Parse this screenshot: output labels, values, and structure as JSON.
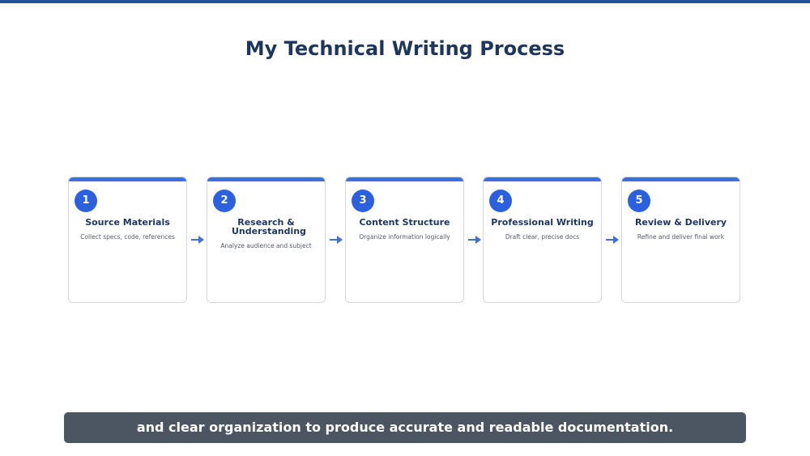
{
  "title": "My Technical Writing Process",
  "steps": [
    {
      "number": "1",
      "title": "Source Materials",
      "description": "Collect specs, code, references"
    },
    {
      "number": "2",
      "title": "Research & Understanding",
      "description": "Analyze audience and subject"
    },
    {
      "number": "3",
      "title": "Content Structure",
      "description": "Organize information logically"
    },
    {
      "number": "4",
      "title": "Professional Writing",
      "description": "Draft clear, precise docs"
    },
    {
      "number": "5",
      "title": "Review & Delivery",
      "description": "Refine and deliver final work"
    }
  ],
  "footer": "and clear organization to produce accurate and readable documentation.",
  "colors": {
    "accent": "#3d6fe0",
    "title": "#1f365c",
    "footer_bg": "#4c5562"
  }
}
